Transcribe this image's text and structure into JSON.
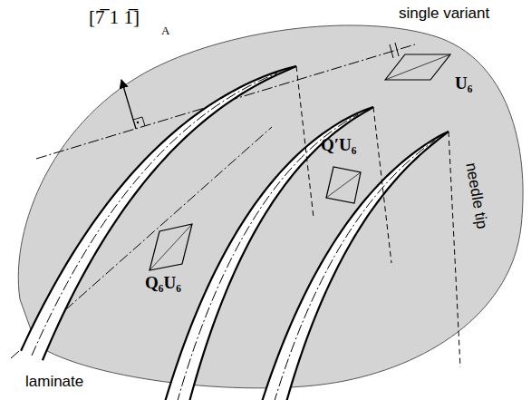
{
  "diagram": {
    "labels": [
      "[7̅ 1 1̅]",
      "A",
      "single variant",
      "U₆",
      "Q′U₆",
      "Q₆U₆",
      "needle tip",
      "laminate"
    ]
  }
}
